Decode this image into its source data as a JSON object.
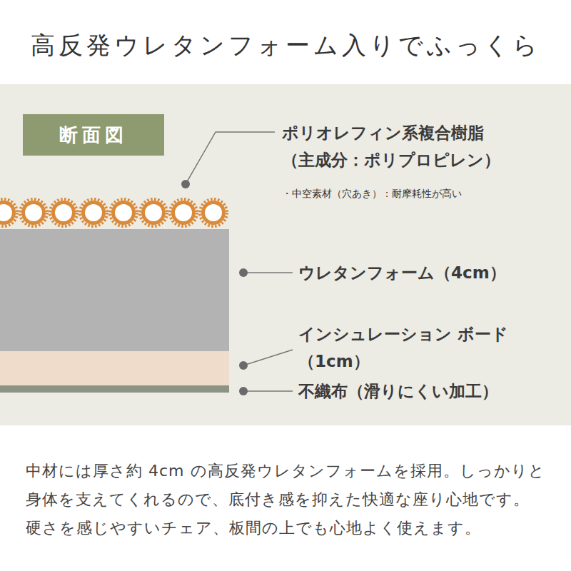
{
  "diagram": {
    "title": "高反発ウレタンフォーム入りでふっくら",
    "caption": "中材には厚さ約 4cm の高反発ウレタンフォームを採用。しっかりと 身体を支えてくれるので、底付き感を抑えた快適な座り心地です。 硬さを感じやすいチェア、板間の上でも心地よく使えます。",
    "nodes": [
      {
        "text": [
          "断面図"
        ]
      }
    ],
    "labels": [
      "ポリオレフィン系複合樹脂 （主成分：ポリプロピレン）",
      "・中空素材（穴あき）：耐摩耗性が高い",
      "ウレタンフォーム（4cm）",
      "インシュレーション ボード（1cm）",
      "不織布（滑りにくい加工）"
    ]
  }
}
